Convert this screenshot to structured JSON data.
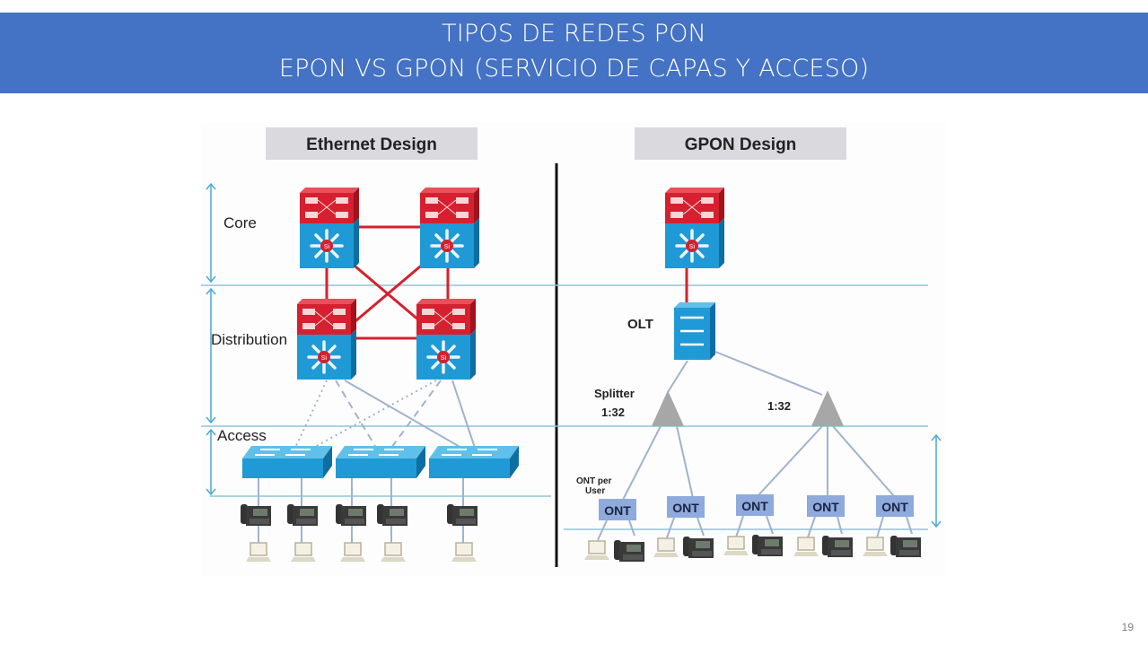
{
  "slide": {
    "title_line1": "TIPOS DE REDES PON",
    "title_line2": "EPON VS GPON (SERVICIO DE CAPAS Y ACCESO)",
    "page_number": "19"
  },
  "colors": {
    "title_bar": "#4472c4",
    "core_red": "#d6202f",
    "switch_blue": "#1f9ad6",
    "link_blue": "#8fa9cf",
    "layer_line": "#8cc6d6",
    "splitter_gray": "#a7a7a7",
    "ont_box": "#8faadc",
    "header_box": "#d9d9de"
  },
  "ethernet": {
    "header": "Ethernet Design",
    "layers": [
      {
        "label": "Core"
      },
      {
        "label": "Distribution"
      },
      {
        "label": "Access"
      }
    ],
    "core_switches": 2,
    "distribution_switches": 2,
    "access_switches": 3,
    "phones": 5,
    "computers": 5
  },
  "gpon": {
    "header": "GPON Design",
    "olt_label": "OLT",
    "splitter_label_1": "Splitter",
    "splitter_ratio_1": "1:32",
    "splitter_ratio_2": "1:32",
    "ont_per_user_line1": "ONT per",
    "ont_per_user_line2": "User",
    "onts": [
      {
        "label": "ONT"
      },
      {
        "label": "ONT"
      },
      {
        "label": "ONT"
      },
      {
        "label": "ONT"
      },
      {
        "label": "ONT"
      }
    ]
  }
}
